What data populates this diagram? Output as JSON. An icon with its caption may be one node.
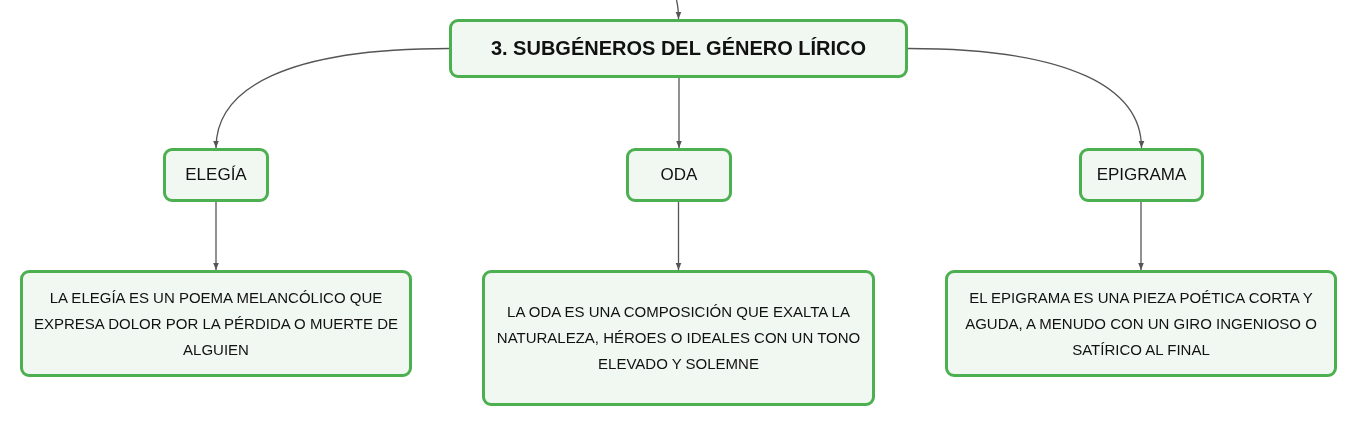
{
  "diagram": {
    "nodes": [
      {
        "text": [
          "3. SUBGÉNEROS DEL GÉNERO LÍRICO"
        ]
      },
      {
        "text": [
          "ELEGÍA"
        ]
      },
      {
        "text": [
          "ODA"
        ]
      },
      {
        "text": [
          "EPIGRAMA"
        ]
      },
      {
        "text": [
          "LA ELEGÍA ES UN POEMA MELANCÓLICO QUE EXPRESA DOLOR POR LA PÉRDIDA O MUERTE DE ALGUIEN"
        ]
      },
      {
        "text": [
          "LA ODA ES UNA COMPOSICIÓN QUE EXALTA LA NATURALEZA, HÉROES O IDEALES CON UN TONO ELEVADO Y SOLEMNE"
        ]
      },
      {
        "text": [
          "EL EPIGRAMA ES UNA PIEZA POÉTICA CORTA Y AGUDA, A MENUDO CON UN GIRO INGENIOSO O SATÍRICO AL FINAL"
        ]
      }
    ],
    "edges": [
      {
        "from": null,
        "to": 0,
        "arrow": "to"
      },
      {
        "from": 0,
        "to": 1,
        "arrow": "to"
      },
      {
        "from": 0,
        "to": 2,
        "arrow": "to"
      },
      {
        "from": 0,
        "to": 3,
        "arrow": "to"
      },
      {
        "from": 1,
        "to": 4,
        "arrow": "to"
      },
      {
        "from": 2,
        "to": 5,
        "arrow": "to"
      },
      {
        "from": 3,
        "to": 6,
        "arrow": "to"
      }
    ]
  }
}
